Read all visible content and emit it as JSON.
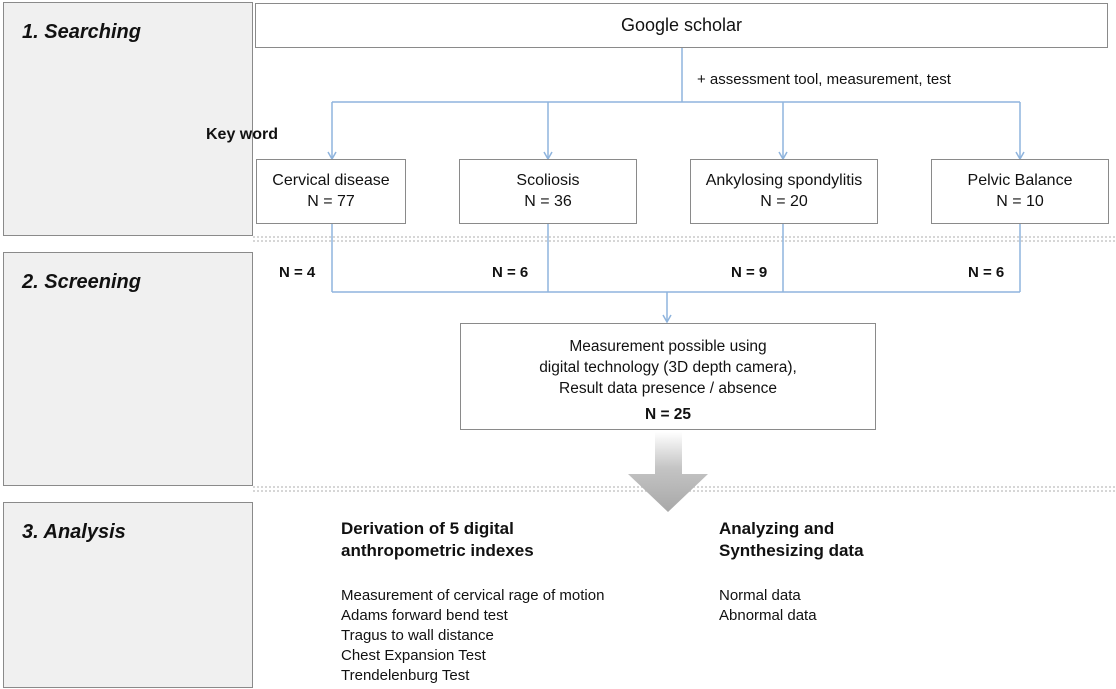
{
  "stages": [
    {
      "label": "1. Searching"
    },
    {
      "label": "2. Screening"
    },
    {
      "label": "3. Analysis"
    }
  ],
  "source": {
    "label": "Google scholar",
    "qualifier": "+ assessment tool, measurement, test"
  },
  "keyword_label": "Key word",
  "keywords": [
    {
      "name": "Cervical disease",
      "n": "N = 77",
      "screened": "N = 4"
    },
    {
      "name": "Scoliosis",
      "n": "N = 36",
      "screened": "N = 6"
    },
    {
      "name": "Ankylosing spondylitis",
      "n": "N = 20",
      "screened": "N = 9"
    },
    {
      "name": "Pelvic Balance",
      "n": "N = 10",
      "screened": "N = 6"
    }
  ],
  "result": {
    "lines": [
      "Measurement possible using",
      "digital technology (3D depth camera),",
      "Result data presence / absence"
    ],
    "n": "N = 25"
  },
  "analysis": {
    "left": {
      "heading": [
        "Derivation of 5 digital",
        "anthropometric indexes"
      ],
      "items": [
        "Measurement of cervical rage of motion",
        "Adams forward bend test",
        "Tragus to wall distance",
        "Chest Expansion Test",
        "Trendelenburg Test"
      ]
    },
    "right": {
      "heading": [
        "Analyzing and",
        "Synthesizing data"
      ],
      "items": [
        "Normal data",
        "Abnormal data"
      ]
    }
  },
  "colors": {
    "connector": "#8fb4dd",
    "divider": "#c8c8c8",
    "arrow": "#b9b9b9"
  }
}
